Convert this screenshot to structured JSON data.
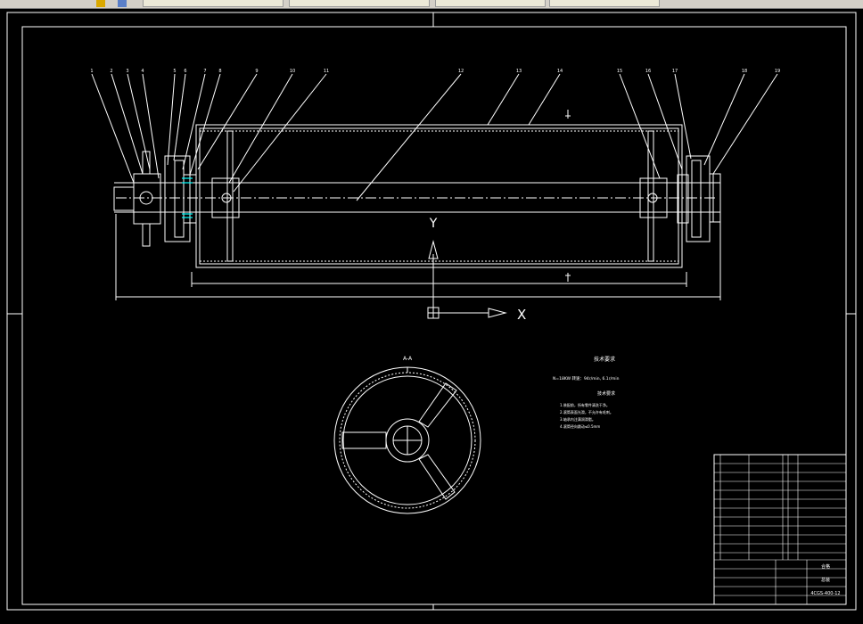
{
  "toolbar": {
    "buttons": [
      "",
      "",
      "",
      "",
      ""
    ]
  },
  "drawing": {
    "section_label": "A-A",
    "axis_y": "Y",
    "axis_x": "X",
    "tech_title": "技术要求",
    "tech_params": "N=18KW  转速：94r/min, 6.1r/min",
    "tech_subtitle": "技术要求",
    "tech_notes": [
      "1.装配前，所有零件清洗干净。",
      "2.滚筒表面光滑，不允许有毛刺。",
      "3.轴承内注满润滑脂。",
      "4.滚筒径向跳动≤0.5mm"
    ],
    "balloons": [
      "1",
      "2",
      "3",
      "4",
      "5",
      "6",
      "7",
      "8",
      "9",
      "10",
      "11",
      "12",
      "13",
      "14",
      "15",
      "16",
      "17",
      "18",
      "19"
    ],
    "title_block": {
      "name": "总装",
      "material": "合格",
      "drawing_no": "4CGS-400-12"
    }
  },
  "colors": {
    "background": "#000000",
    "lines": "#ffffff",
    "toolbar": "#d4d0c8",
    "accent": "#00ffff"
  }
}
